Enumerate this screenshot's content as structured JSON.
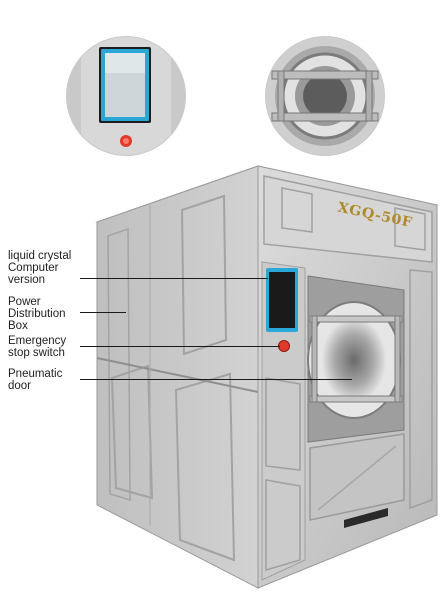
{
  "product": {
    "model_plate": "XGQ-50F",
    "brand_plate": "",
    "colors": {
      "steel_light": "#d4d4d4",
      "steel_mid": "#b9b9b9",
      "steel_dark": "#8e8e8e",
      "display_blue": "#2aa7d6",
      "button_red": "#e03a2a"
    }
  },
  "callouts": [
    {
      "id": "lcd",
      "label": "liquid crystal\nComputer\nversion"
    },
    {
      "id": "power",
      "label": "Power\nDistribution\nBox"
    },
    {
      "id": "estop",
      "label": "Emergency\nstop switch"
    },
    {
      "id": "door",
      "label": "Pneumatic\ndoor"
    }
  ],
  "icons": [
    "control-panel-closeup-icon",
    "door-closeup-icon"
  ]
}
